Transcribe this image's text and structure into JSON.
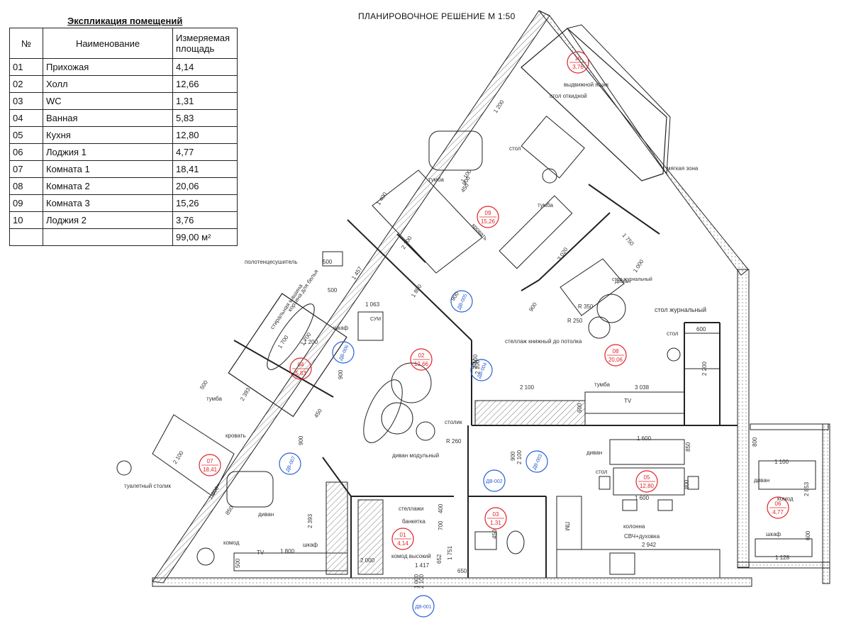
{
  "explication": {
    "title": "Экспликация помещений",
    "headers": {
      "num": "№",
      "name": "Наименование",
      "area": "Измеряемая площадь"
    },
    "rows": [
      {
        "num": "01",
        "name": "Прихожая",
        "area": "4,14"
      },
      {
        "num": "02",
        "name": "Холл",
        "area": "12,66"
      },
      {
        "num": "03",
        "name": "WC",
        "area": "1,31"
      },
      {
        "num": "04",
        "name": "Ванная",
        "area": "5,83"
      },
      {
        "num": "05",
        "name": "Кухня",
        "area": "12,80"
      },
      {
        "num": "06",
        "name": "Лоджия 1",
        "area": "4,77"
      },
      {
        "num": "07",
        "name": "Комната 1",
        "area": "18,41"
      },
      {
        "num": "08",
        "name": "Комната 2",
        "area": "20,06"
      },
      {
        "num": "09",
        "name": "Комната 3",
        "area": "15,26"
      },
      {
        "num": "10",
        "name": "Лоджия 2",
        "area": "3,76"
      }
    ],
    "total": "99,00 м²"
  },
  "plan_title": "ПЛАНИРОВОЧНОЕ РЕШЕНИЕ     М 1:50",
  "rooms": [
    {
      "num": "01",
      "area": "4,14"
    },
    {
      "num": "02",
      "area": "12,66"
    },
    {
      "num": "03",
      "area": "1,31"
    },
    {
      "num": "04",
      "area": "5,83"
    },
    {
      "num": "05",
      "area": "12,80"
    },
    {
      "num": "06",
      "area": "4,77"
    },
    {
      "num": "07",
      "area": "18,41"
    },
    {
      "num": "08",
      "area": "20,06"
    },
    {
      "num": "09",
      "area": "15,26"
    },
    {
      "num": "10",
      "area": "3,76"
    }
  ],
  "doors": [
    "ДВ-001",
    "ДВ-002",
    "ДВ-003",
    "ДВ-004",
    "ДВ-005",
    "ДВ-006",
    "ДВ-007"
  ],
  "labels": [
    "выдвижной ящик",
    "стол откидной",
    "мягкая зона",
    "стол",
    "стол журнальный",
    "тумба",
    "тумба",
    "кровать",
    "полотенцесушитель",
    "корзина для белья",
    "шкаф",
    "СУМ",
    "стиральная машина",
    "стол журнальный",
    "R 350",
    "R 250",
    "диван",
    "стеллаж книжный до потолка",
    "стол",
    "тумба",
    "TV",
    "столик",
    "R 260",
    "диван модульный",
    "тумба",
    "кровать",
    "туалетный столик",
    "диван",
    "комод",
    "TV",
    "шкаф",
    "стеллажи",
    "банкетка",
    "комод высокий",
    "диван",
    "стол",
    "колонна",
    "СВЧ+духовка",
    "ПМ",
    "диван",
    "комод",
    "шкаф",
    "1 200",
    "1 100",
    "900",
    "450",
    "1 400",
    "2 100",
    "1 750",
    "3 020",
    "1 000",
    "900",
    "600",
    "2 200",
    "2 100",
    "3 038",
    "600",
    "1 600",
    "1 600",
    "800",
    "850",
    "2 942",
    "1 100",
    "800",
    "2 853",
    "600",
    "1 128",
    "500",
    "2 393",
    "2 100",
    "1 600",
    "850",
    "1 800",
    "2 000",
    "500",
    "2 393",
    "1 417",
    "400",
    "700",
    "650",
    "1 751",
    "652",
    "450",
    "500",
    "500",
    "1 700",
    "1 200",
    "1 800",
    "900",
    "900",
    "2 100",
    "900",
    "2 100",
    "900",
    "2 100",
    "1 000",
    "2 100",
    "900",
    "450",
    "1 457",
    "1 063",
    "1 700"
  ]
}
